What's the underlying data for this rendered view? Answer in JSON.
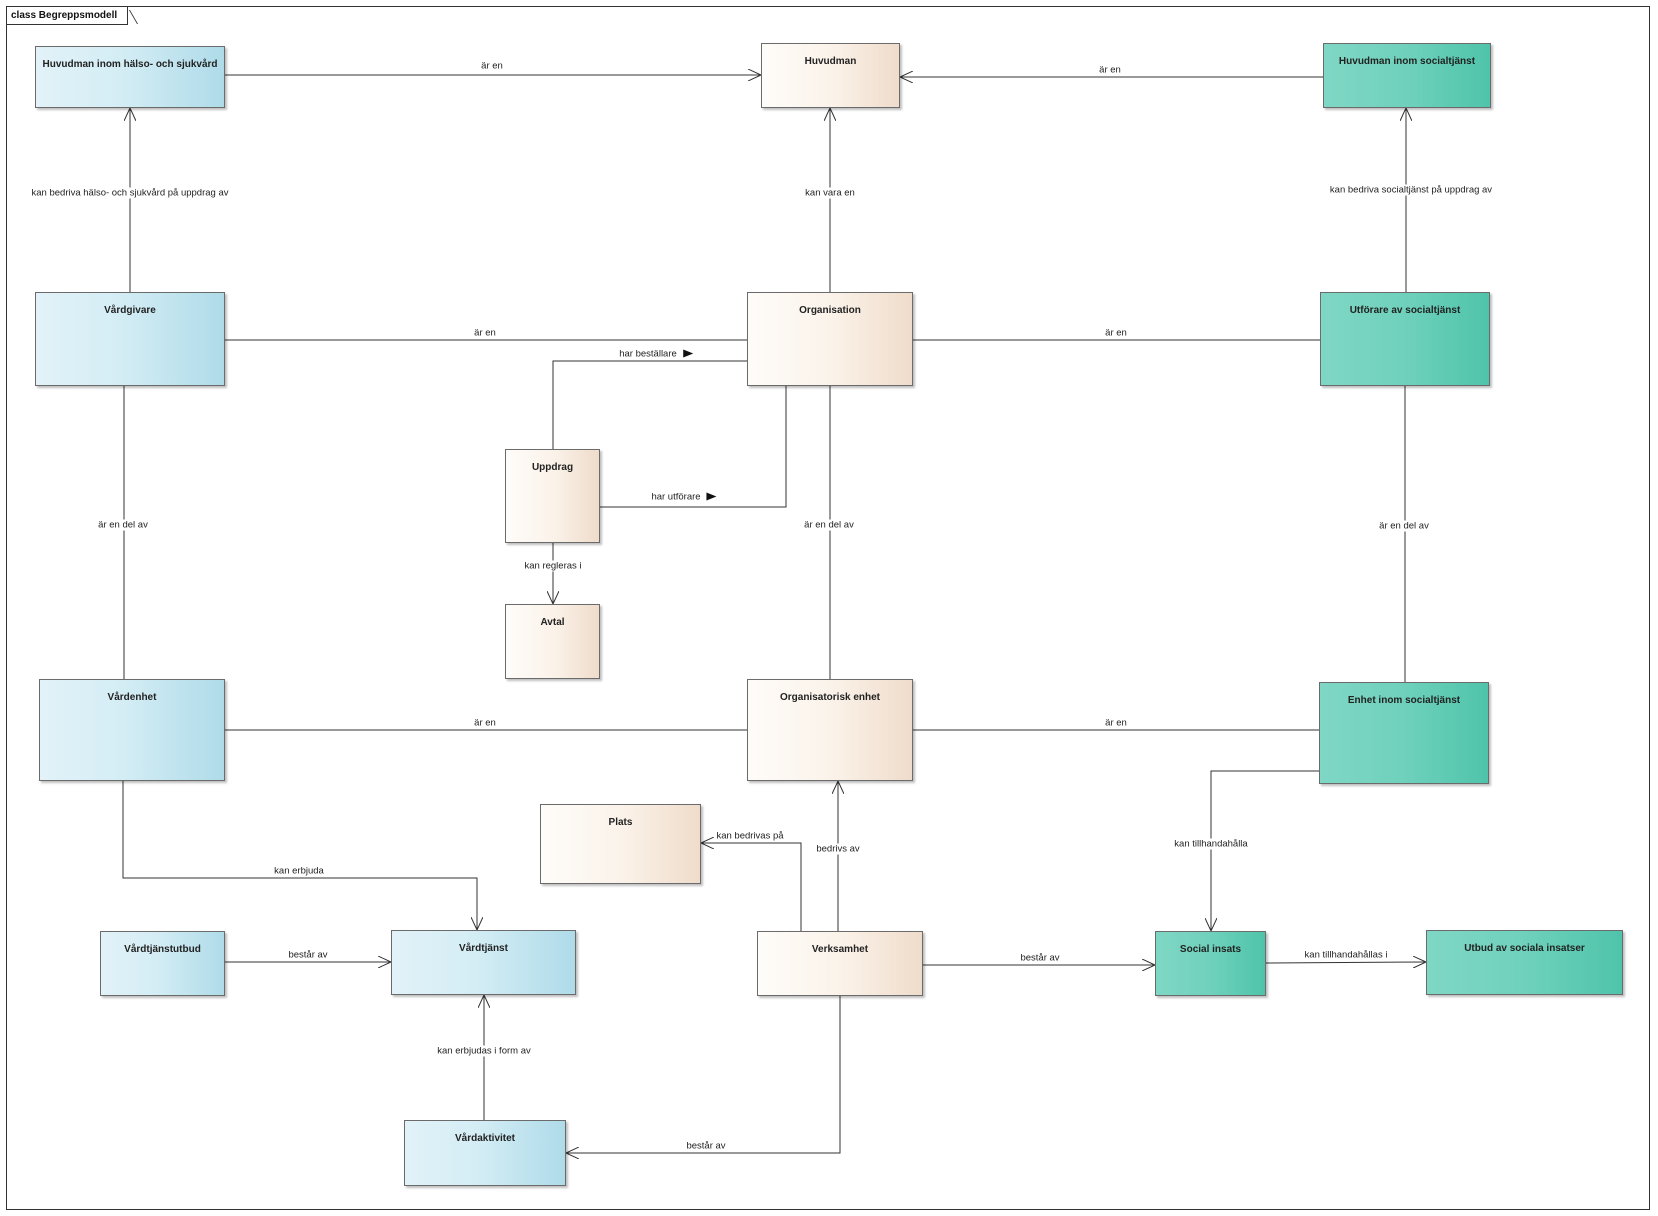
{
  "frame": {
    "title": "class Begreppsmodell"
  },
  "colors": {
    "blue": "#afdbe9",
    "beige": "#efdccb",
    "teal": "#4fc4aa"
  },
  "classes": {
    "huvudman_hs": "Huvudman inom hälso- och sjukvård",
    "huvudman": "Huvudman",
    "huvudman_soc": "Huvudman inom socialtjänst",
    "vardgivare": "Vårdgivare",
    "organisation": "Organisation",
    "utforare_soc": "Utförare av socialtjänst",
    "uppdrag": "Uppdrag",
    "avtal": "Avtal",
    "vardenhet": "Vårdenhet",
    "org_enhet": "Organisatorisk enhet",
    "enhet_soc": "Enhet inom socialtjänst",
    "plats": "Plats",
    "vardtjanstutbud": "Vårdtjänstutbud",
    "vardtjanst": "Vårdtjänst",
    "verksamhet": "Verksamhet",
    "social_insats": "Social insats",
    "utbud_sociala": "Utbud av sociala insatser",
    "vardaktivitet": "Vårdaktivitet"
  },
  "relations": {
    "hs_ar_en": "är en",
    "soc_ar_en": "är en",
    "vg_kan_bedriva": "kan bedriva hälso- och sjukvård på uppdrag av",
    "org_kan_vara": "kan vara en",
    "utf_kan_bedriva": "kan bedriva socialtjänst på uppdrag av",
    "vg_ar_en": "är en",
    "utf_ar_en": "är en",
    "har_bestallare": "har beställare",
    "har_utforare": "har utförare",
    "vg_del_av": "är en del av",
    "oe_del_av": "är en del av",
    "es_del_av": "är en del av",
    "kan_regleras": "kan regleras i",
    "ve_ar_en": "är en",
    "es_ar_en": "är en",
    "kan_erbjuda": "kan erbjuda",
    "kan_bedrivas_pa": "kan bedrivas på",
    "bedrivs_av": "bedrivs av",
    "kan_tillhandahalla": "kan tillhandahålla",
    "vtu_bestar_av": "består av",
    "verk_bestar_av": "består av",
    "kan_tillhandahallas_i": "kan tillhandahållas i",
    "kan_erbjudas_i_form_av": "kan erbjudas i form av",
    "vakt_bestar_av": "består av"
  }
}
